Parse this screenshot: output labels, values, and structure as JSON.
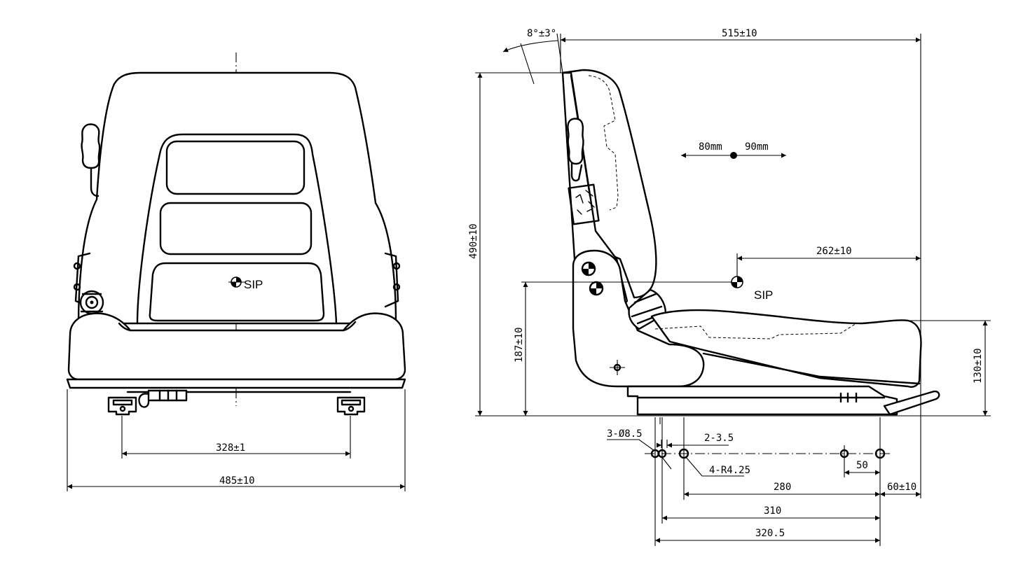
{
  "front_view": {
    "sip_label": "SIP",
    "dim_mount_width": "328±1",
    "dim_overall_width": "485±10"
  },
  "side_view": {
    "dim_overall_depth": "515±10",
    "dim_back_angle": "8°±3°",
    "dim_adjust_back": "80mm",
    "dim_adjust_forward": "90mm",
    "dim_overall_height": "490±10",
    "dim_sip_height": "187±10",
    "dim_sip_to_front": "262±10",
    "dim_cushion_front_height": "130±10",
    "sip_label": "SIP",
    "dim_holes": "3-Ø8.5",
    "dim_slot_width": "2-3.5",
    "dim_slot_radius": "4-R4.25",
    "dim_hole_spacing_small": "50",
    "dim_hole_spacing_280": "280",
    "dim_hole_spacing_310": "310",
    "dim_hole_spacing_320": "320.5",
    "dim_rail_overhang": "60±10"
  }
}
